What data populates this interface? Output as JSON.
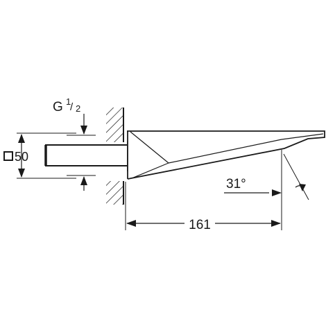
{
  "drawing": {
    "thread_prefix": "G",
    "thread_num": "1",
    "thread_den": "2",
    "square_size": "50",
    "length": "161",
    "angle": "31°"
  },
  "colors": {
    "line": "#1a1a1a",
    "background": "#ffffff"
  }
}
